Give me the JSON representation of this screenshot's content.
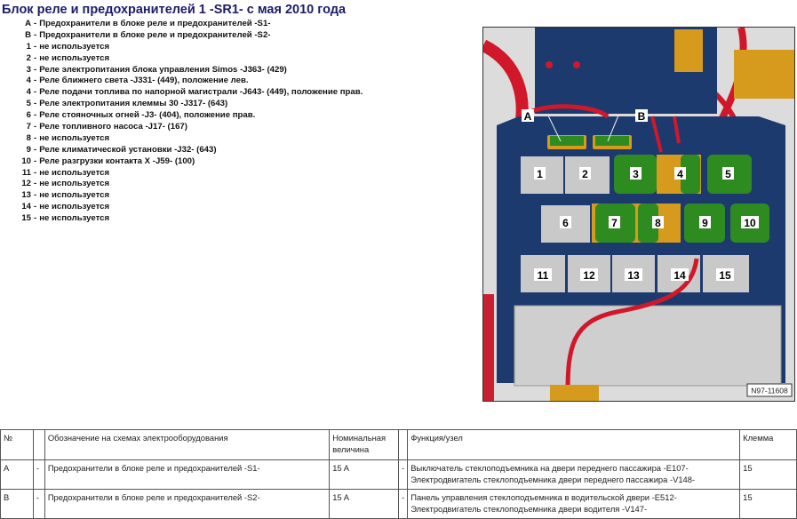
{
  "title": "Блок реле и предохранителей 1 -SR1- с мая 2010 года",
  "legend": [
    {
      "key": "A",
      "text": "Предохранители в блоке реле и предохранителей -S1-"
    },
    {
      "key": "B",
      "text": "Предохранители в блоке реле и предохранителей -S2-"
    },
    {
      "key": "1",
      "text": "не используется"
    },
    {
      "key": "2",
      "text": "не используется"
    },
    {
      "key": "3",
      "text": "Реле электропитания блока управления Simos -J363- (429)"
    },
    {
      "key": "4",
      "text": "Реле ближнего света -J331- (449), положение лев."
    },
    {
      "key": "4",
      "text": "Реле подачи топлива по напорной магистрали -J643- (449), положение прав."
    },
    {
      "key": "5",
      "text": "Реле электропитания клеммы 30 -J317- (643)"
    },
    {
      "key": "6",
      "text": "Реле стояночных огней -J3- (404), положение прав."
    },
    {
      "key": "7",
      "text": "Реле топливного насоса -J17- (167)"
    },
    {
      "key": "8",
      "text": "не используется"
    },
    {
      "key": "9",
      "text": "Реле климатической установки -J32- (643)"
    },
    {
      "key": "10",
      "text": "Реле разгрузки контакта X -J59- (100)"
    },
    {
      "key": "11",
      "text": "не используется"
    },
    {
      "key": "12",
      "text": "не используется"
    },
    {
      "key": "13",
      "text": "не используется"
    },
    {
      "key": "14",
      "text": "не используется"
    },
    {
      "key": "15",
      "text": "не используется"
    }
  ],
  "figure": {
    "callouts": [
      "A",
      "B"
    ],
    "slots": [
      "1",
      "2",
      "3",
      "4",
      "5",
      "6",
      "7",
      "8",
      "9",
      "10",
      "11",
      "12",
      "13",
      "14",
      "15"
    ],
    "figure_id": "N97-11608",
    "colors": {
      "frame": "#1d3a6e",
      "relay": "#2e8b1f",
      "empty": "#c9c9c9",
      "holder": "#d69a1c",
      "wire": "#d0182a"
    }
  },
  "table": {
    "headers": [
      "№",
      "",
      "Обозначение на схемах электрооборудования",
      "Номинальная величина",
      "",
      "Функция/узел",
      "Клемма"
    ],
    "rows": [
      {
        "no": "A",
        "dash1": "-",
        "designation": "Предохранители в блоке реле и предохранителей -S1-",
        "nominal": "15 A",
        "dash2": "-",
        "function1": "Выключатель стеклоподъемника на двери переднего пассажира -E107-",
        "function2": "Электродвигатель стеклоподъемника двери переднего пассажира -V148-",
        "terminal": "15"
      },
      {
        "no": "B",
        "dash1": "-",
        "designation": "Предохранители в блоке реле и предохранителей -S2-",
        "nominal": "15 A",
        "dash2": "-",
        "function1": "Панель управления стеклоподъемника в водительской двери -E512-",
        "function2": "Электродвигатель стеклоподъемника двери водителя -V147-",
        "terminal": "15"
      }
    ]
  }
}
